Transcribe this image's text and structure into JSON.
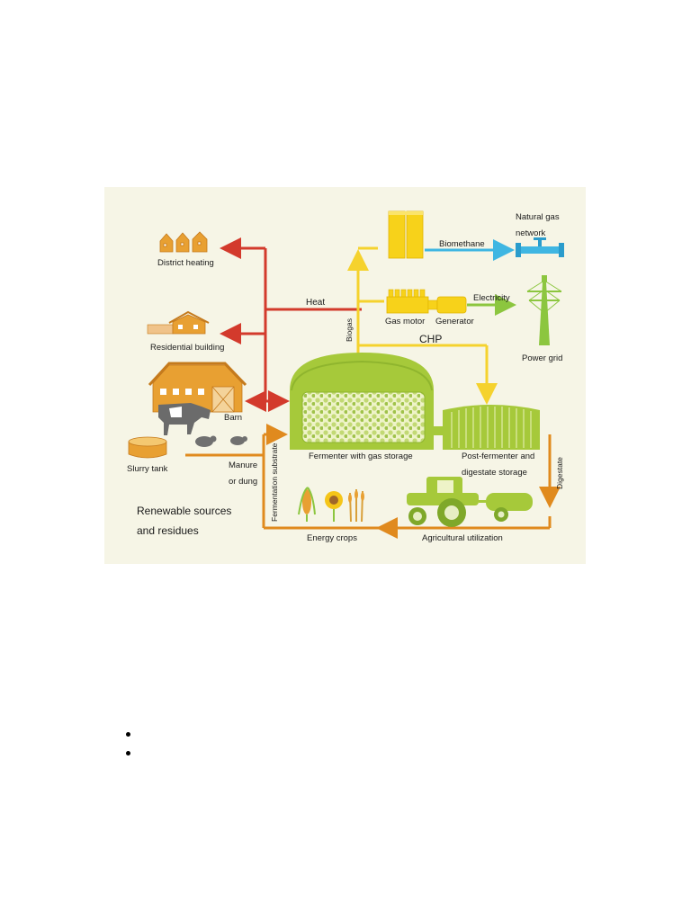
{
  "diagram": {
    "labels": {
      "district_heating": "District heating",
      "residential_building": "Residential building",
      "barn": "Barn",
      "slurry_tank": "Slurry tank",
      "manure_line1": "Manure",
      "manure_line2": "or dung",
      "heat": "Heat",
      "biogas": "Biogas",
      "biomethane": "Biomethane",
      "natural_gas_line1": "Natural gas",
      "natural_gas_line2": "network",
      "electricity": "Electricity",
      "gas_motor": "Gas motor",
      "generator": "Generator",
      "chp": "CHP",
      "power_grid": "Power grid",
      "fermenter": "Fermenter with gas storage",
      "post_fermenter_line1": "Post-fermenter and",
      "post_fermenter_line2": "digestate storage",
      "digestate": "Digestate",
      "fermentation_substrate": "Fermentation substrate",
      "energy_crops": "Energy crops",
      "agricultural_utilization": "Agricultural utilization",
      "renewable_line1": "Renewable sources",
      "renewable_line2": "and residues"
    },
    "colors": {
      "background": "#f6f5e6",
      "heat_arrow": "#d33a2c",
      "biogas_arrow": "#f5d22e",
      "biomethane_arrow": "#3fb6e2",
      "electricity_arrow": "#8cc63f",
      "substrate_arrow": "#e08a1e",
      "fermenter_green": "#a6c93a",
      "building_orange": "#e8a032"
    }
  },
  "page": {
    "bullets": [
      "",
      ""
    ]
  }
}
